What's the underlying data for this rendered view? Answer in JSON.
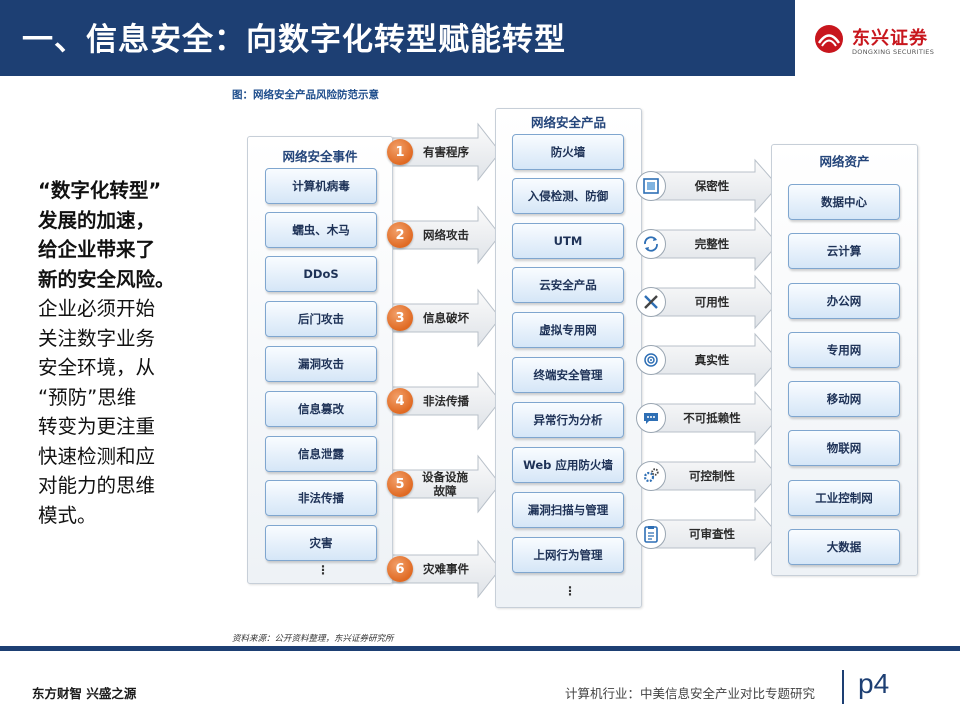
{
  "header": {
    "title": "一、信息安全：向数字化转型赋能转型"
  },
  "logo": {
    "cn": "东兴证券",
    "en": "DONGXING SECURITIES",
    "accent": "#c8161d"
  },
  "left_text": {
    "bold_lines": [
      "“数字化转型”",
      "发展的加速，",
      "给企业带来了",
      "新的安全风险。"
    ],
    "normal_lines": [
      "企业必须开始",
      "关注数字业务",
      "安全环境，从",
      "“预防”思维",
      "转变为更注重",
      "快速检测和应",
      "对能力的思维",
      "模式。"
    ]
  },
  "figure": {
    "caption": "图：网络安全产品风险防范示意",
    "source": "资料来源：公开资料整理，东兴证券研究所",
    "events": {
      "title": "网络安全事件",
      "items": [
        "计算机病毒",
        "蠕虫、木马",
        "DDoS",
        "后门攻击",
        "漏洞攻击",
        "信息篡改",
        "信息泄露",
        "非法传播",
        "灾害"
      ],
      "more": "⋮"
    },
    "threats": [
      {
        "num": "1",
        "label": "有害程序"
      },
      {
        "num": "2",
        "label": "网络攻击"
      },
      {
        "num": "3",
        "label": "信息破坏"
      },
      {
        "num": "4",
        "label": "非法传播"
      },
      {
        "num": "5",
        "label": "设备设施故障"
      },
      {
        "num": "6",
        "label": "灾难事件"
      }
    ],
    "products": {
      "title": "网络安全产品",
      "items": [
        "防火墙",
        "入侵检测、防御",
        "UTM",
        "云安全产品",
        "虚拟专用网",
        "终端安全管理",
        "异常行为分析",
        "Web 应用防火墙",
        "漏洞扫描与管理",
        "上网行为管理"
      ],
      "more": "⋮"
    },
    "properties": [
      {
        "label": "保密性",
        "icon": "lock-grid-icon"
      },
      {
        "label": "完整性",
        "icon": "refresh-cycle-icon"
      },
      {
        "label": "可用性",
        "icon": "tools-icon"
      },
      {
        "label": "真实性",
        "icon": "fingerprint-icon"
      },
      {
        "label": "不可抵赖性",
        "icon": "chat-bubble-icon"
      },
      {
        "label": "可控制性",
        "icon": "gears-icon"
      },
      {
        "label": "可审查性",
        "icon": "clipboard-icon"
      }
    ],
    "assets": {
      "title": "网络资产",
      "items": [
        "数据中心",
        "云计算",
        "办公网",
        "专用网",
        "移动网",
        "物联网",
        "工业控制网",
        "大数据"
      ]
    }
  },
  "footer": {
    "left": "东方财智 兴盛之源",
    "right": "计算机行业：中美信息安全产业对比专题研究",
    "page": "p4"
  }
}
